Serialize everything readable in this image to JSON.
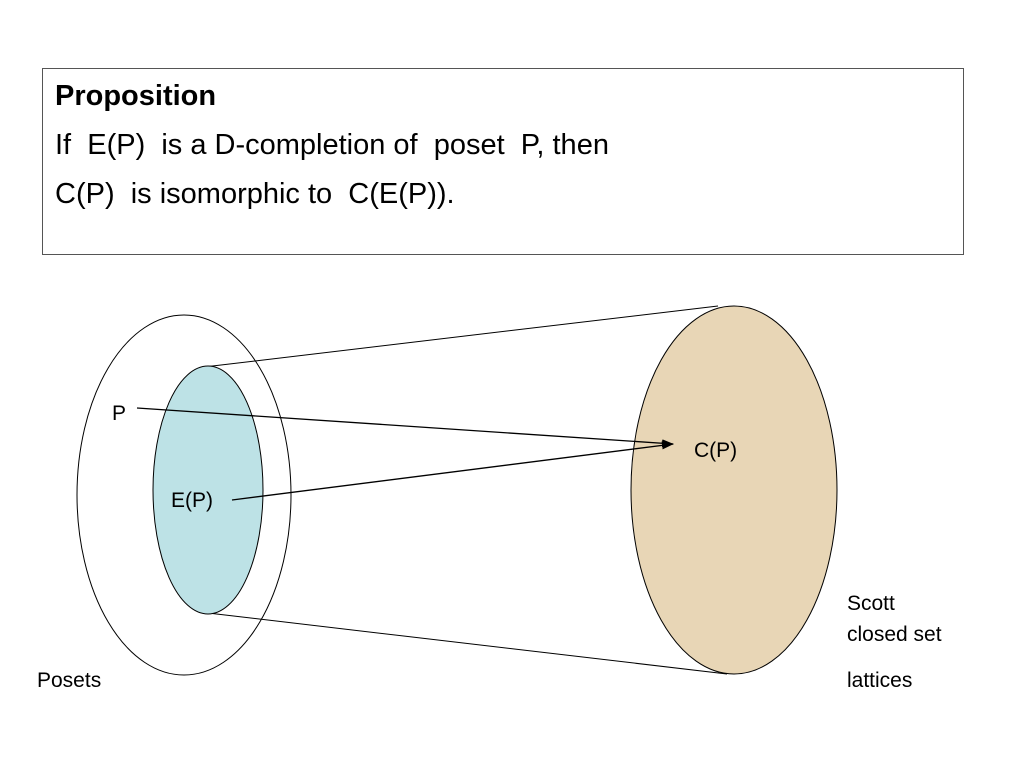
{
  "proposition": {
    "heading": "Proposition",
    "line1": "If  E(P)  is a D-completion of  poset  P, then",
    "line2": "C(P)  is isomorphic to  C(E(P))."
  },
  "diagram": {
    "labels": {
      "p": "P",
      "ep": "E(P)",
      "cp": "C(P)",
      "posets": "Posets",
      "scott_line1": "Scott",
      "scott_line2": "closed set",
      "scott_line3": "lattices"
    },
    "colors": {
      "inner_fill": "#bde2e6",
      "target_fill": "#e8d6b6",
      "stroke": "#000000"
    }
  }
}
